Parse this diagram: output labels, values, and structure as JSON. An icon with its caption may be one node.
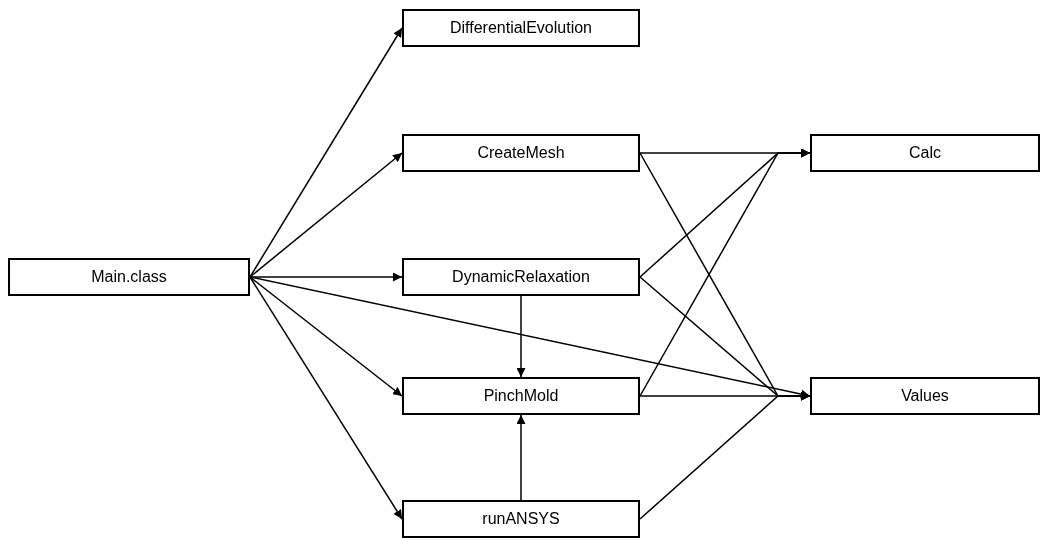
{
  "diagram": {
    "nodes": [
      {
        "text": [
          "Main.class"
        ]
      },
      {
        "text": [
          "DifferentialEvolution"
        ]
      },
      {
        "text": [
          "CreateMesh"
        ]
      },
      {
        "text": [
          "DynamicRelaxation"
        ]
      },
      {
        "text": [
          "PinchMold"
        ]
      },
      {
        "text": [
          "runANSYS"
        ]
      },
      {
        "text": [
          "Calc"
        ]
      },
      {
        "text": [
          "Values"
        ]
      }
    ],
    "edges": [
      {
        "from": 0,
        "to": 1,
        "arrow": "to"
      },
      {
        "from": 0,
        "to": 2,
        "arrow": "to"
      },
      {
        "from": 0,
        "to": 3,
        "arrow": "to"
      },
      {
        "from": 0,
        "to": 4,
        "arrow": "to"
      },
      {
        "from": 0,
        "to": 5,
        "arrow": "to"
      },
      {
        "from": 0,
        "to": 7,
        "arrow": "to"
      },
      {
        "from": 2,
        "to": 6,
        "arrow": "to"
      },
      {
        "from": 2,
        "to": 7,
        "arrow": "to"
      },
      {
        "from": 3,
        "to": 6,
        "arrow": "to"
      },
      {
        "from": 3,
        "to": 7,
        "arrow": "to"
      },
      {
        "from": 3,
        "to": 4,
        "arrow": "to"
      },
      {
        "from": 4,
        "to": 6,
        "arrow": "to"
      },
      {
        "from": 4,
        "to": 7,
        "arrow": "to"
      },
      {
        "from": 5,
        "to": 4,
        "arrow": "to"
      },
      {
        "from": 5,
        "to": 7,
        "arrow": "to"
      }
    ]
  }
}
